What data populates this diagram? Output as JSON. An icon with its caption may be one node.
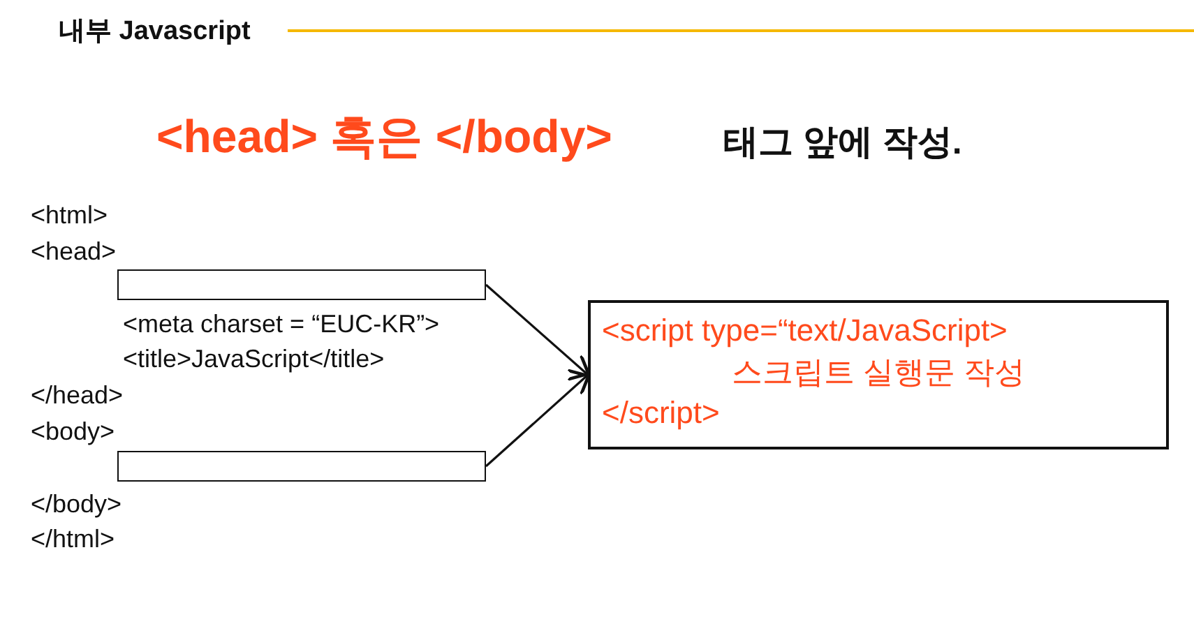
{
  "diagram": {
    "title": "내부 Javascript",
    "nodes": [
      {
        "text": [],
        "shape": "box"
      },
      {
        "text": [],
        "shape": "box"
      },
      {
        "text": [
          "<script type=“text/JavaScript>",
          "스크립트 실행문 작성",
          "</script>"
        ]
      }
    ],
    "edges": [
      {
        "from": 0,
        "to": 2,
        "arrow": "to"
      },
      {
        "from": 1,
        "to": 2,
        "arrow": "to"
      }
    ],
    "labels": [
      "<head> 혹은 </body>",
      "태그 앞에 작성.",
      "<html>",
      "<head>",
      "<meta charset = “EUC-KR”>",
      "<title>JavaScript</title>",
      "</head>",
      "<body>",
      "</body>",
      "</html>"
    ]
  }
}
